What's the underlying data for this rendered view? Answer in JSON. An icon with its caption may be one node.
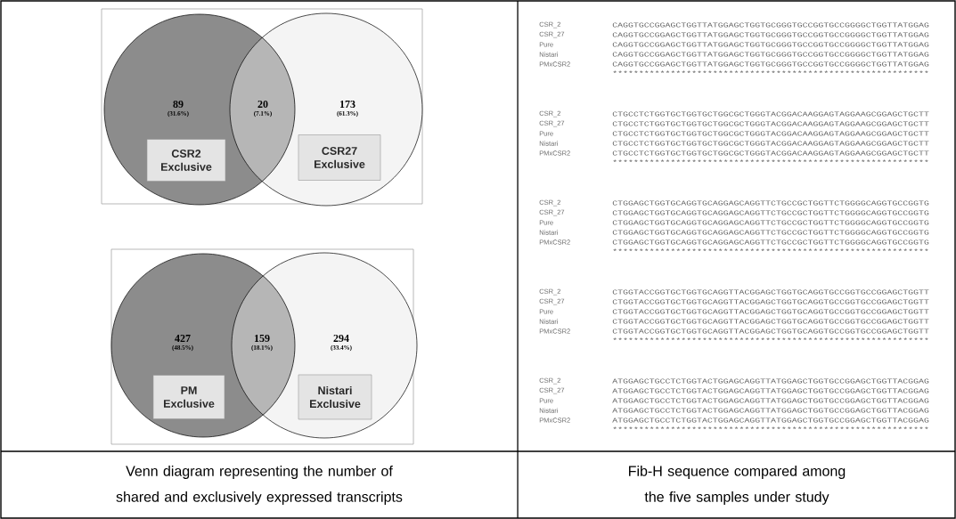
{
  "diagram": {
    "nodes": [
      {
        "text": [
          "CSR2 Exclusive"
        ]
      },
      {
        "text": [
          "CSR27 Exclusive"
        ]
      },
      {
        "text": [
          "PM Exclusive"
        ]
      },
      {
        "text": [
          "Nistari Exclusive"
        ]
      }
    ],
    "labels": [
      "89",
      "(31.6%)",
      "20",
      "(7.1%)",
      "173",
      "(61.3%)",
      "427",
      "(48.5%)",
      "159",
      "(18.1%)",
      "294",
      "(33.4%)",
      "CSR_2",
      "CAGGTGCCGGAGCTGGTTATGGAGCTGGTGCGGGTGCCGGTGCCGGGGCTGGTTATGGAG",
      "CSR_27",
      "CAGGTGCCGGAGCTGGTTATGGAGCTGGTGCGGGTGCCGGTGCCGGGGCTGGTTATGGAG",
      "Pure",
      "CAGGTGCCGGAGCTGGTTATGGAGCTGGTGCGGGTGCCGGTGCCGGGGCTGGTTATGGAG",
      "Nistari",
      "CAGGTGCCGGAGCTGGTTATGGAGCTGGTGCGGGTGCCGGTGCCGGGGCTGGTTATGGAG",
      "PMxCSR2",
      "CAGGTGCCGGAGCTGGTTATGGAGCTGGTGCGGGTGCCGGTGCCGGGGCTGGTTATGGAG",
      "************************************************************",
      "CSR_2",
      "CTGCCTCTGGTGCTGGTGCTGGCGCTGGGTACGGACAAGGAGTAGGAAGCGGAGCTGCTT",
      "CSR_27",
      "CTGCCTCTGGTGCTGGTGCTGGCGCTGGGTACGGACAAGGAGTAGGAAGCGGAGCTGCTT",
      "Pure",
      "CTGCCTCTGGTGCTGGTGCTGGCGCTGGGTACGGACAAGGAGTAGGAAGCGGAGCTGCTT",
      "Nistari",
      "CTGCCTCTGGTGCTGGTGCTGGCGCTGGGTACGGACAAGGAGTAGGAAGCGGAGCTGCTT",
      "PMxCSR2",
      "CTGCCTCTGGTGCTGGTGCTGGCGCTGGGTACGGACAAGGAGTAGGAAGCGGAGCTGCTT",
      "************************************************************",
      "CSR_2",
      "CTGGAGCTGGTGCAGGTGCAGGAGCAGGTTCTGCCGCTGGTTCTGGGGCAGGTGCCGGTG",
      "CSR_27",
      "CTGGAGCTGGTGCAGGTGCAGGAGCAGGTTCTGCCGCTGGTTCTGGGGCAGGTGCCGGTG",
      "Pure",
      "CTGGAGCTGGTGCAGGTGCAGGAGCAGGTTCTGCCGCTGGTTCTGGGGCAGGTGCCGGTG",
      "Nistari",
      "CTGGAGCTGGTGCAGGTGCAGGAGCAGGTTCTGCCGCTGGTTCTGGGGCAGGTGCCGGTG",
      "PMxCSR2",
      "CTGGAGCTGGTGCAGGTGCAGGAGCAGGTTCTGCCGCTGGTTCTGGGGCAGGTGCCGGTG",
      "************************************************************",
      "CSR_2",
      "CTGGTACCGGTGCTGGTGCAGGTTACGGAGCTGGTGCAGGTGCCGGTGCCGGAGCTGGTT",
      "CSR_27",
      "CTGGTACCGGTGCTGGTGCAGGTTACGGAGCTGGTGCAGGTGCCGGTGCCGGAGCTGGTT",
      "Pure",
      "CTGGTACCGGTGCTGGTGCAGGTTACGGAGCTGGTGCAGGTGCCGGTGCCGGAGCTGGTT",
      "Nistari",
      "CTGGTACCGGTGCTGGTGCAGGTTACGGAGCTGGTGCAGGTGCCGGTGCCGGAGCTGGTT",
      "PMxCSR2",
      "CTGGTACCGGTGCTGGTGCAGGTTACGGAGCTGGTGCAGGTGCCGGTGCCGGAGCTGGTT",
      "************************************************************",
      "CSR_2",
      "ATGGAGCTGCCTCTGGTACTGGAGCAGGTTATGGAGCTGGTGCCGGAGCTGGTTACGGAG",
      "CSR_27",
      "ATGGAGCTGCCTCTGGTACTGGAGCAGGTTATGGAGCTGGTGCCGGAGCTGGTTACGGAG",
      "Pure",
      "ATGGAGCTGCCTCTGGTACTGGAGCAGGTTATGGAGCTGGTGCCGGAGCTGGTTACGGAG",
      "Nistari",
      "ATGGAGCTGCCTCTGGTACTGGAGCAGGTTATGGAGCTGGTGCCGGAGCTGGTTACGGAG",
      "PMxCSR2",
      "ATGGAGCTGCCTCTGGTACTGGAGCAGGTTATGGAGCTGGTGCCGGAGCTGGTTACGGAG",
      "************************************************************",
      "Venn diagram representing the number of shared and exclusively expressed transcripts",
      "Fib-H sequence compared among the five samples under study"
    ]
  }
}
